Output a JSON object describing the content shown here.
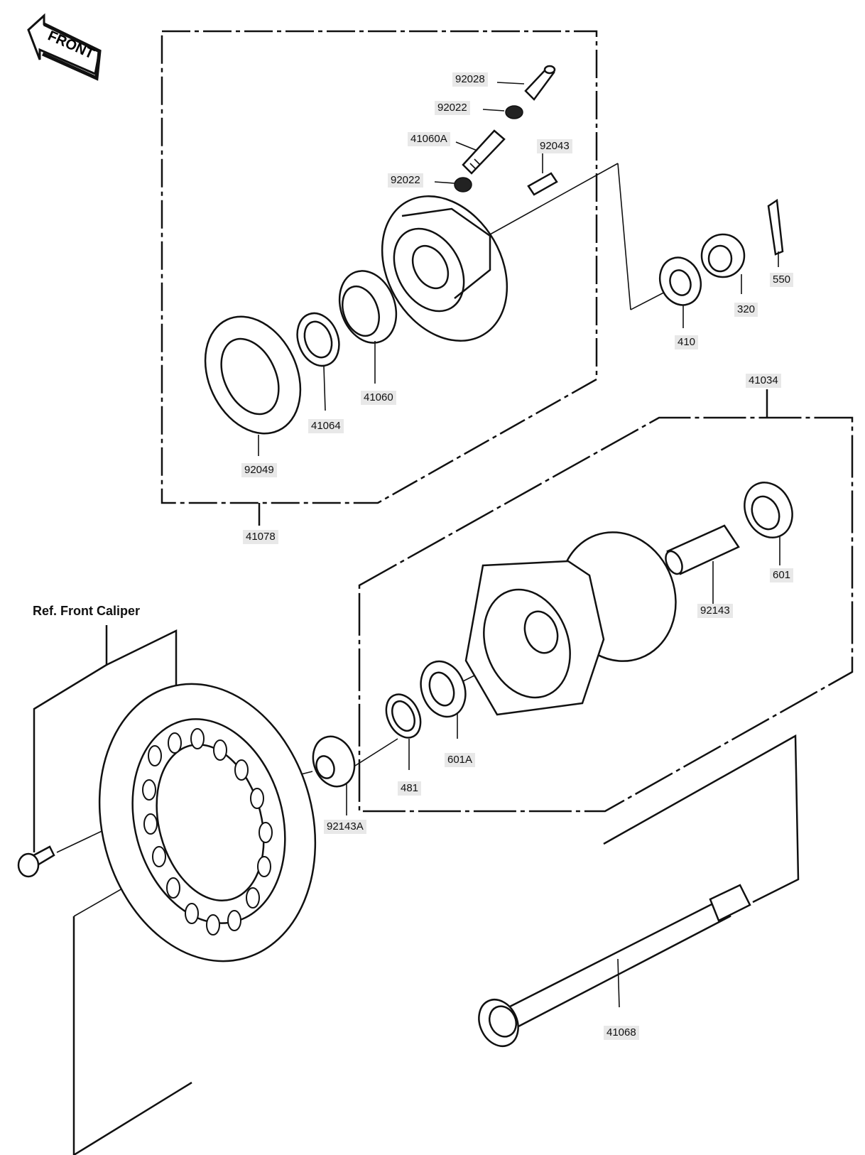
{
  "front_badge": "FRONT",
  "reference": "Ref. Front Caliper",
  "labels": {
    "p92028": "92028",
    "p92022a": "92022",
    "p41060A": "41060A",
    "p92043": "92043",
    "p92022b": "92022",
    "p550": "550",
    "p320": "320",
    "p410": "410",
    "p41060": "41060",
    "p41064": "41064",
    "p92049": "92049",
    "p41078": "41078",
    "p41034": "41034",
    "p601": "601",
    "p92143": "92143",
    "p601A": "601A",
    "p481": "481",
    "p92143A": "92143A",
    "p41068": "41068"
  }
}
